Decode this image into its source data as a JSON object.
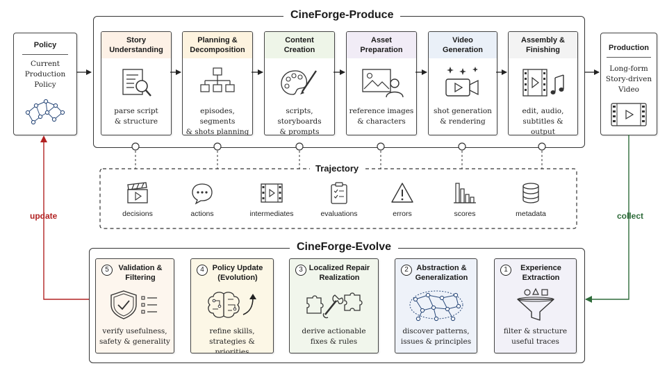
{
  "produce": {
    "title": "CineForge-Produce",
    "stages": [
      {
        "title": "Story\nUnderstanding",
        "desc": "parse script\n& structure",
        "head_color": "#fdf1e6",
        "icon": "document-search-icon"
      },
      {
        "title": "Planning &\nDecomposition",
        "desc": "episodes, segments\n& shots planning",
        "head_color": "#fdf3df",
        "icon": "hierarchy-icon"
      },
      {
        "title": "Content\nCreation",
        "desc": "scripts, storyboards\n& prompts",
        "head_color": "#eef5e8",
        "icon": "palette-icon"
      },
      {
        "title": "Asset\nPreparation",
        "desc": "reference images\n& characters",
        "head_color": "#f1ecf6",
        "icon": "image-person-icon"
      },
      {
        "title": "Video\nGeneration",
        "desc": "shot generation\n& rendering",
        "head_color": "#eaf0f8",
        "icon": "video-camera-icon"
      },
      {
        "title": "Assembly &\nFinishing",
        "desc": "edit, audio,\nsubtitles & output",
        "head_color": "#f3f3f3",
        "icon": "film-music-icon"
      }
    ]
  },
  "policy": {
    "title": "Policy",
    "text": "Current\nProduction\nPolicy",
    "icon": "network-icon"
  },
  "production": {
    "title": "Production",
    "text": "Long-form\nStory-driven\nVideo",
    "icon": "film-strip-icon"
  },
  "trajectory": {
    "title": "Trajectory",
    "items": [
      {
        "label": "decisions",
        "icon": "clapperboard-icon"
      },
      {
        "label": "actions",
        "icon": "chat-bubble-icon"
      },
      {
        "label": "intermediates",
        "icon": "film-frame-icon"
      },
      {
        "label": "evaluations",
        "icon": "clipboard-check-icon"
      },
      {
        "label": "errors",
        "icon": "warning-icon"
      },
      {
        "label": "scores",
        "icon": "bar-chart-icon"
      },
      {
        "label": "metadata",
        "icon": "database-icon"
      }
    ]
  },
  "evolve": {
    "title": "CineForge-Evolve",
    "stages": [
      {
        "num": "5",
        "title": "Validation &\nFiltering",
        "desc": "verify usefulness,\nsafety & generality",
        "bg": "#fdf6ee",
        "icon": "shield-check-icon"
      },
      {
        "num": "4",
        "title": "Policy Update\n(Evolution)",
        "desc": "refine skills,\nstrategies & priorities",
        "bg": "#fcf7e6",
        "icon": "brain-arrow-icon"
      },
      {
        "num": "3",
        "title": "Localized Repair\nRealization",
        "desc": "derive actionable\nfixes & rules",
        "bg": "#f1f6ec",
        "icon": "puzzle-wrench-icon"
      },
      {
        "num": "2",
        "title": "Abstraction &\nGeneralization",
        "desc": "discover patterns,\nissues & principles",
        "bg": "#eef2f9",
        "icon": "graph-icon"
      },
      {
        "num": "1",
        "title": "Experience\nExtraction",
        "desc": "filter & structure\nuseful traces",
        "bg": "#f2f1f8",
        "icon": "funnel-icon"
      }
    ]
  },
  "flows": {
    "update": {
      "label": "update",
      "color": "#b22222"
    },
    "collect": {
      "label": "collect",
      "color": "#2e6b3a"
    }
  }
}
